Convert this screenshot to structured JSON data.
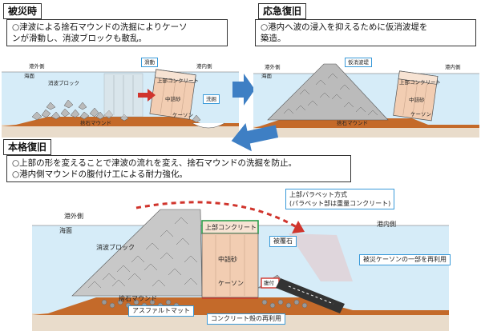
{
  "panel1": {
    "title": "被災時",
    "description_line1": "○津波による捨石マウンドの洗掘によりケーソ",
    "description_line2": "ンが滑動し、消波ブロックも散乱。",
    "labels": {
      "outer_harbor": "港外側",
      "inner_harbor": "港内側",
      "sea_surface": "海面",
      "wave_block": "消波ブロック",
      "upper_concrete": "上部コンクリート",
      "filling_sand": "中詰砂",
      "caisson": "ケーソン",
      "rubble_mound": "捨石マウンド",
      "sliding": "滑動",
      "scour": "洗掘"
    }
  },
  "panel2": {
    "title": "応急復旧",
    "description_line1": "○港内へ波の浸入を抑えるために仮消波堤を",
    "description_line2": "築造。",
    "labels": {
      "outer_harbor": "港外側",
      "inner_harbor": "港内側",
      "sea_surface": "海面",
      "temp_breakwater": "仮消波堤",
      "upper_concrete": "上部コンクリート",
      "filling_sand": "中詰砂",
      "caisson": "ケーソン",
      "rubble_mound": "捨石マウンド"
    }
  },
  "panel3": {
    "title": "本格復旧",
    "description_line1": "○上部の形を変えることで津波の流れを変え、捨石マウンドの洗掘を防止。",
    "description_line2": "○港内側マウンドの腹付け工による耐力強化。",
    "labels": {
      "outer_harbor": "港外側",
      "inner_harbor": "港内側",
      "sea_surface": "海面",
      "wave_block": "消波ブロック",
      "upper_concrete": "上部コンクリート",
      "filling_sand": "中詰砂",
      "caisson": "ケーソン",
      "rubble_mound": "捨石マウンド",
      "asphalt_mat": "アスファルトマット",
      "concrete_shell_reuse": "コンクリート殻の再利用",
      "cover_stone": "被覆石",
      "filler": "腹付",
      "caisson_reuse": "被災ケーソンの一部を再利用",
      "parapet_line1": "上部パラペット方式",
      "parapet_line2": "(パラペット部は重量コンクリート)"
    }
  },
  "colors": {
    "water": "#d6ecf8",
    "rubble": "#c46a2a",
    "caisson_fill": "#f2cdb2",
    "upper_concrete": "#f7e3d3",
    "callout_border": "#3a9ad9",
    "arrow_blue": "#3e7fc4",
    "arrow_red": "#d0342c"
  }
}
